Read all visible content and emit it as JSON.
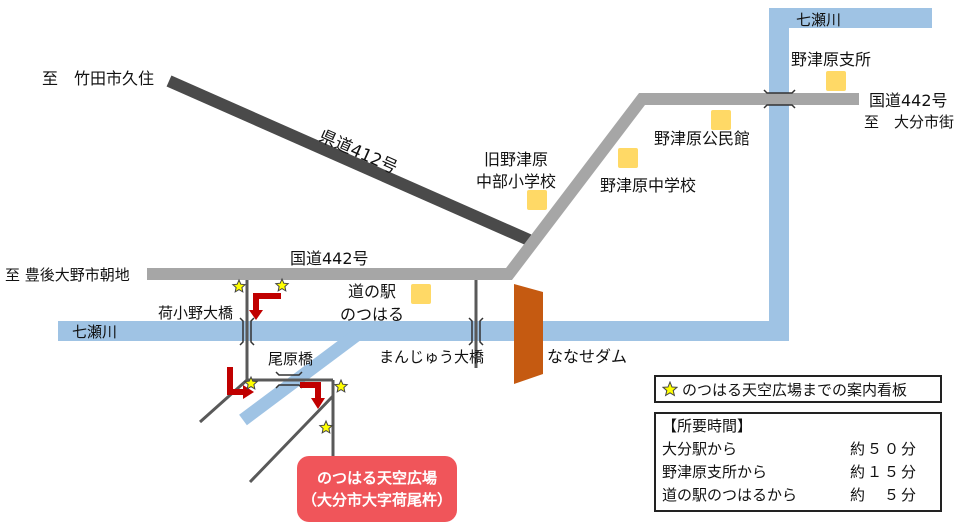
{
  "labels": {
    "to_taketa": "至　竹田市久住",
    "kendo412": "県道412号",
    "kyu_school_line1": "旧野津原",
    "kyu_school_line2": "中部小学校",
    "nanase_river_top": "七瀬川",
    "notsuharu_branch": "野津原支所",
    "kokudo442_right": "国道442号",
    "to_oita_city": "至　大分市街",
    "community_hall": "野津原公民館",
    "junior_high": "野津原中学校",
    "kokudo442_left": "国道442号",
    "to_bungo_ono": "至 豊後大野市朝地",
    "michinoeki_line1": "道の駅",
    "michinoeki_line2": "のつはる",
    "nikono_bridge": "荷小野大橋",
    "nanase_river_left": "七瀬川",
    "manju_bridge": "まんじゅう大橋",
    "nanase_dam": "ななせダム",
    "obara_bridge": "尾原橋"
  },
  "destination": {
    "line1": "のつはる天空広場",
    "line2": "（大分市大字荷尾杵）"
  },
  "legend": {
    "text": "のつはる天空広場までの案内看板"
  },
  "travel_times": {
    "title": "【所要時間】",
    "rows": [
      {
        "place": "大分駅から",
        "time": "約５０分"
      },
      {
        "place": "野津原支所から",
        "time": "約１５分"
      },
      {
        "place": "道の駅のつはるから",
        "time": "約　５分"
      }
    ]
  },
  "colors": {
    "river": "#9fc3e4",
    "national_road": "#a6a6a6",
    "prefectural_road": "#4a4a4a",
    "local_road": "#595959",
    "dam": "#c55a11",
    "facility": "#ffd966",
    "arrow": "#c00000",
    "sign_star": "#ffff00",
    "destination": "#f0555a"
  }
}
